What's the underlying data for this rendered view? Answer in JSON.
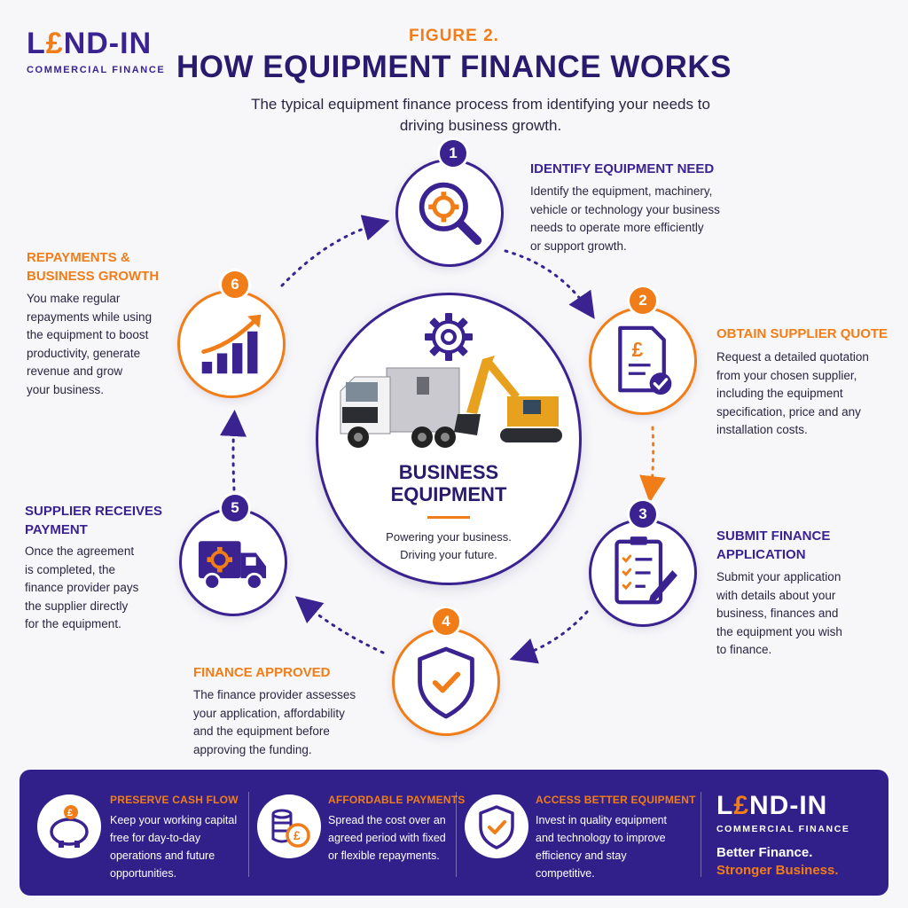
{
  "brand": {
    "logo_left": "L",
    "logo_pound": "£",
    "logo_right": "ND-IN",
    "logo_sub": "COMMERCIAL FINANCE"
  },
  "header": {
    "figure_label": "FIGURE 2.",
    "title": "HOW EQUIPMENT FINANCE WORKS",
    "subtitle": "The typical equipment finance process from identifying your needs to driving business growth."
  },
  "center": {
    "title_line1": "BUSINESS",
    "title_line2": "EQUIPMENT",
    "tagline_line1": "Powering your business.",
    "tagline_line2": "Driving your future."
  },
  "steps": [
    {
      "number": "1",
      "title_lines": [
        "IDENTIFY EQUIPMENT NEED"
      ],
      "body_lines": [
        "Identify the equipment, machinery,",
        "vehicle or technology your business",
        "needs to operate more efficiently",
        "or support growth."
      ],
      "icon": "search-gear-icon"
    },
    {
      "number": "2",
      "title_lines": [
        "OBTAIN SUPPLIER QUOTE"
      ],
      "body_lines": [
        "Request a detailed quotation",
        "from your chosen supplier,",
        "including the equipment",
        "specification, price and any",
        "installation costs."
      ],
      "icon": "quote-document-icon"
    },
    {
      "number": "3",
      "title_lines": [
        "SUBMIT FINANCE",
        "APPLICATION"
      ],
      "body_lines": [
        "Submit your application",
        "with details about your",
        "business, finances and",
        "the equipment you wish",
        "to finance."
      ],
      "icon": "checklist-icon"
    },
    {
      "number": "4",
      "title_lines": [
        "FINANCE APPROVED"
      ],
      "body_lines": [
        "The finance provider assesses",
        "your application, affordability",
        "and the equipment before",
        "approving the funding."
      ],
      "icon": "shield-check-icon"
    },
    {
      "number": "5",
      "title_lines": [
        "SUPPLIER RECEIVES",
        "PAYMENT"
      ],
      "body_lines": [
        "Once the agreement",
        "is completed, the",
        "finance provider pays",
        "the supplier directly",
        "for the equipment."
      ],
      "icon": "delivery-truck-icon"
    },
    {
      "number": "6",
      "title_lines": [
        "REPAYMENTS &",
        "BUSINESS GROWTH"
      ],
      "body_lines": [
        "You make regular",
        "repayments while using",
        "the equipment to boost",
        "productivity, generate",
        "revenue and grow",
        "your business."
      ],
      "icon": "growth-chart-icon"
    }
  ],
  "benefits": [
    {
      "title": "PRESERVE CASH FLOW",
      "body_lines": [
        "Keep your working capital",
        "free for day-to-day",
        "operations and future",
        "opportunities."
      ],
      "icon": "piggy-bank-icon"
    },
    {
      "title": "AFFORDABLE PAYMENTS",
      "body_lines": [
        "Spread the cost over an",
        "agreed period with fixed",
        "or flexible repayments."
      ],
      "icon": "coin-stack-icon"
    },
    {
      "title": "ACCESS BETTER EQUIPMENT",
      "body_lines": [
        "Invest in quality equipment",
        "and technology to improve",
        "efficiency and stay",
        "competitive."
      ],
      "icon": "shield-check-icon"
    }
  ],
  "banner": {
    "slogan_line1": "Better Finance.",
    "slogan_line2": "Stronger Business."
  },
  "colors": {
    "primary": "#3a2390",
    "accent": "#f07d18",
    "banner": "#32208a"
  }
}
